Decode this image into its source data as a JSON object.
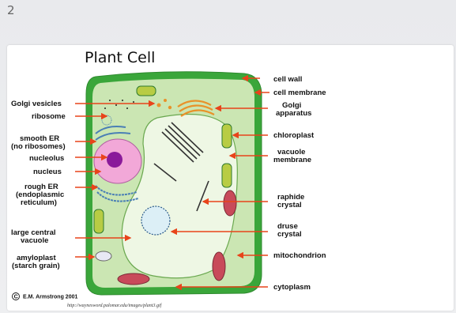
{
  "slide_number": "2",
  "diagram": {
    "title": "Plant Cell",
    "labels_left": {
      "golgi_vesicles": "Golgi vesicles",
      "ribosome": "ribosome",
      "smooth_er_1": "smooth ER",
      "smooth_er_2": "(no ribosomes)",
      "nucleolus": "nucleolus",
      "nucleus": "nucleus",
      "rough_er_1": "rough ER",
      "rough_er_2": "(endoplasmic",
      "rough_er_3": "reticulum)",
      "vacuole_1": "large central",
      "vacuole_2": "vacuole",
      "amyloplast_1": "amyloplast",
      "amyloplast_2": "(starch grain)"
    },
    "labels_right": {
      "cell_wall": "cell wall",
      "cell_membrane": "cell membrane",
      "golgi_1": "Golgi",
      "golgi_2": "apparatus",
      "chloroplast": "chloroplast",
      "vac_mem_1": "vacuole",
      "vac_mem_2": "membrane",
      "raphide_1": "raphide",
      "raphide_2": "crystal",
      "druse_1": "druse",
      "druse_2": "crystal",
      "mitochondrion": "mitochondrion",
      "cytoplasm": "cytoplasm"
    },
    "copyright_symbol": "C",
    "credit": "E.M. Armstrong 2001",
    "source_url": "http://waynesword.palomar.edu/images/plant3.gif",
    "colors": {
      "cell_wall": "#3aa63a",
      "cytoplasm": "#cbe6b3",
      "vacuole": "#eef7e4",
      "nucleus": "#f2a8d8",
      "nucleolus": "#8a1a9a",
      "arrow": "#e8441a",
      "golgi": "#e8922a",
      "mitochondrion": "#c84a5a"
    }
  }
}
